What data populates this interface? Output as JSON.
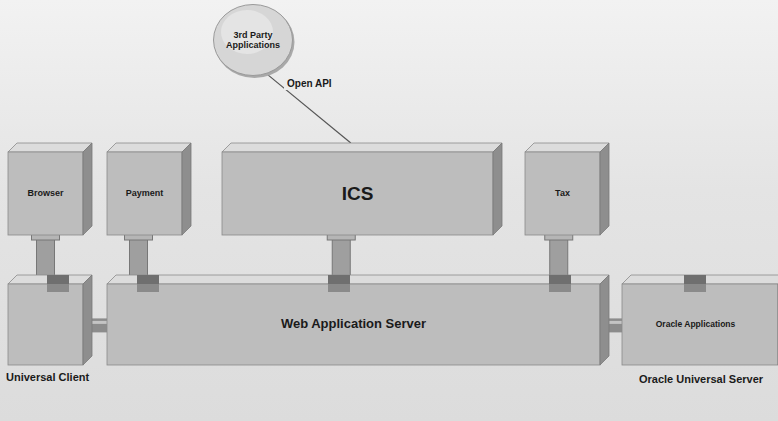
{
  "diagram": {
    "nodes": [
      {
        "text": [
          "3rd Party Applications"
        ]
      },
      {
        "text": [
          "Browser"
        ]
      },
      {
        "text": [
          "Payment"
        ]
      },
      {
        "text": [
          "ICS"
        ]
      },
      {
        "text": [
          "Tax"
        ]
      },
      {
        "text": [
          "Universal Client"
        ]
      },
      {
        "text": [
          "Web Application Server"
        ]
      },
      {
        "text": [
          "Oracle Applications",
          "Oracle Universal Server"
        ]
      }
    ],
    "edges": [
      {
        "from": 0,
        "to": 3,
        "label": "Open API",
        "arrow": "none"
      },
      {
        "from": 5,
        "to": 6,
        "arrow": "none"
      },
      {
        "from": 6,
        "to": 7,
        "arrow": "none"
      }
    ]
  }
}
